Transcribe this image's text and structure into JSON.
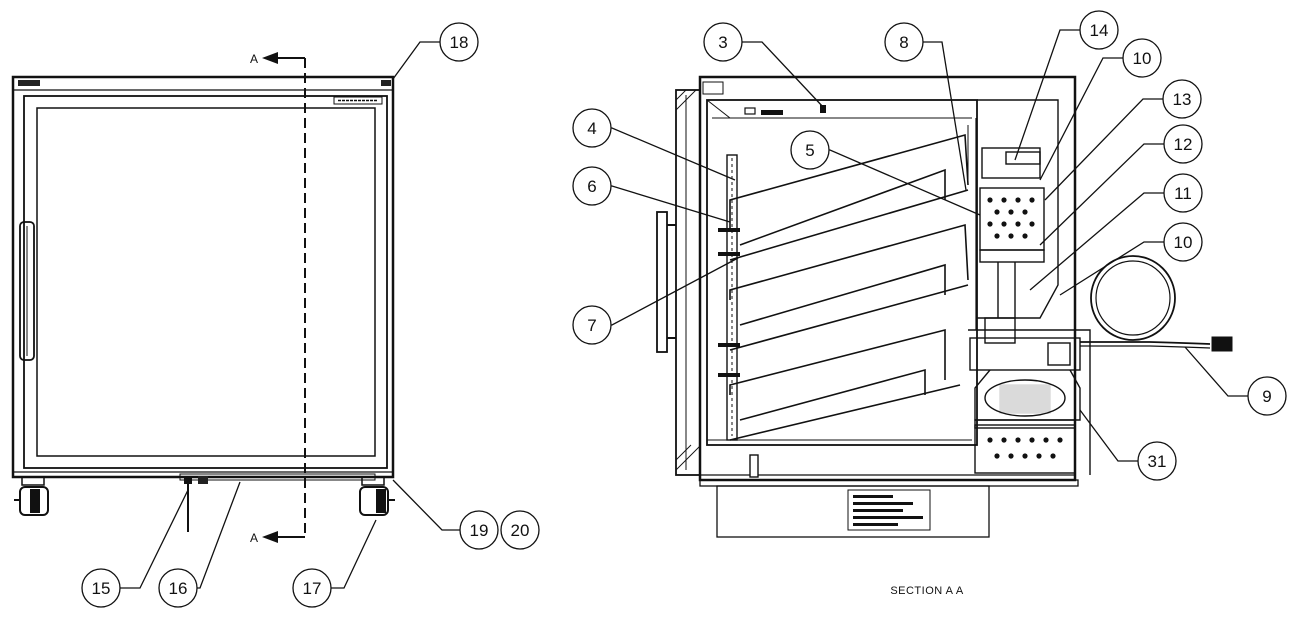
{
  "section_markers": {
    "top": "A",
    "bottom": "A"
  },
  "section_title": "SECTION A A",
  "callouts": {
    "c18": "18",
    "c15": "15",
    "c16": "16",
    "c17": "17",
    "c19": "19",
    "c20": "20",
    "c3": "3",
    "c4": "4",
    "c5": "5",
    "c6": "6",
    "c7": "7",
    "c8": "8",
    "c9": "9",
    "c10a": "10",
    "c10b": "10",
    "c11": "11",
    "c12": "12",
    "c13": "13",
    "c14": "14",
    "c31": "31"
  }
}
